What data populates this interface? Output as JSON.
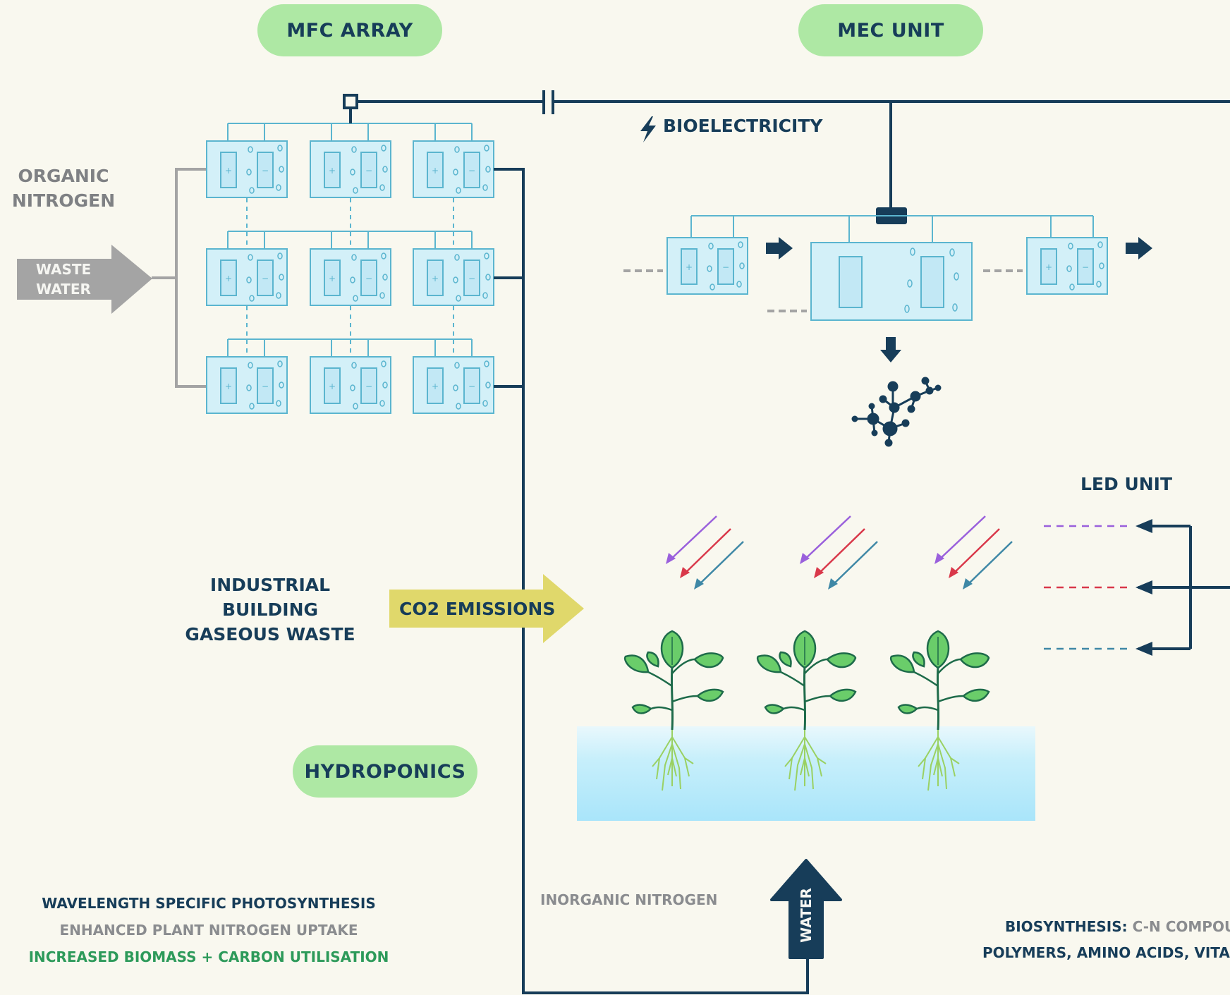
{
  "labels": {
    "mfc_array": "MFC ARRAY",
    "mec_unit": "MEC UNIT",
    "hydroponics": "HYDROPONICS",
    "bioelectricity": "BIOELECTRICITY",
    "organic_nitrogen": [
      "ORGANIC",
      "NITROGEN"
    ],
    "waste_water": [
      "WASTE",
      "WATER"
    ],
    "industrial": [
      "INDUSTRIAL",
      "BUILDING",
      "GASEOUS WASTE"
    ],
    "co2_emissions": "CO2 EMISSIONS",
    "led_unit": "LED UNIT",
    "water": "WATER",
    "inorganic_nitrogen": "INORGANIC NITROGEN",
    "biosynthesis_prefix": "BIOSYNTHESIS:",
    "biosynthesis_rest": " C-N COMPOUNDS",
    "polymers": "POLYMERS, AMINO ACIDS, VITAMINS",
    "benefits": [
      "WAVELENGTH SPECIFIC PHOTOSYNTHESIS",
      "ENHANCED PLANT NITROGEN UPTAKE",
      "INCREASED BIOMASS + CARBON UTILISATION"
    ],
    "plus": "+",
    "minus": "−"
  },
  "colors": {
    "background": "#f9f8ef",
    "navy": "#173d59",
    "pill_green": "#aee8a4",
    "cell_fill": "#d3f0f8",
    "cell_stroke": "#5bb5cf",
    "grey": "#a4a4a4",
    "co2_arrow": "#e0d86b",
    "led_violet": "#9a60dc",
    "led_red": "#d9384a",
    "led_teal": "#3f88a6",
    "water_tank": "#b5e9fb",
    "leaf": "#6acd6a",
    "root": "#9ad163"
  },
  "icons": [
    "lightning-icon",
    "molecule-icon",
    "plant-icon",
    "capacitor-symbol"
  ]
}
